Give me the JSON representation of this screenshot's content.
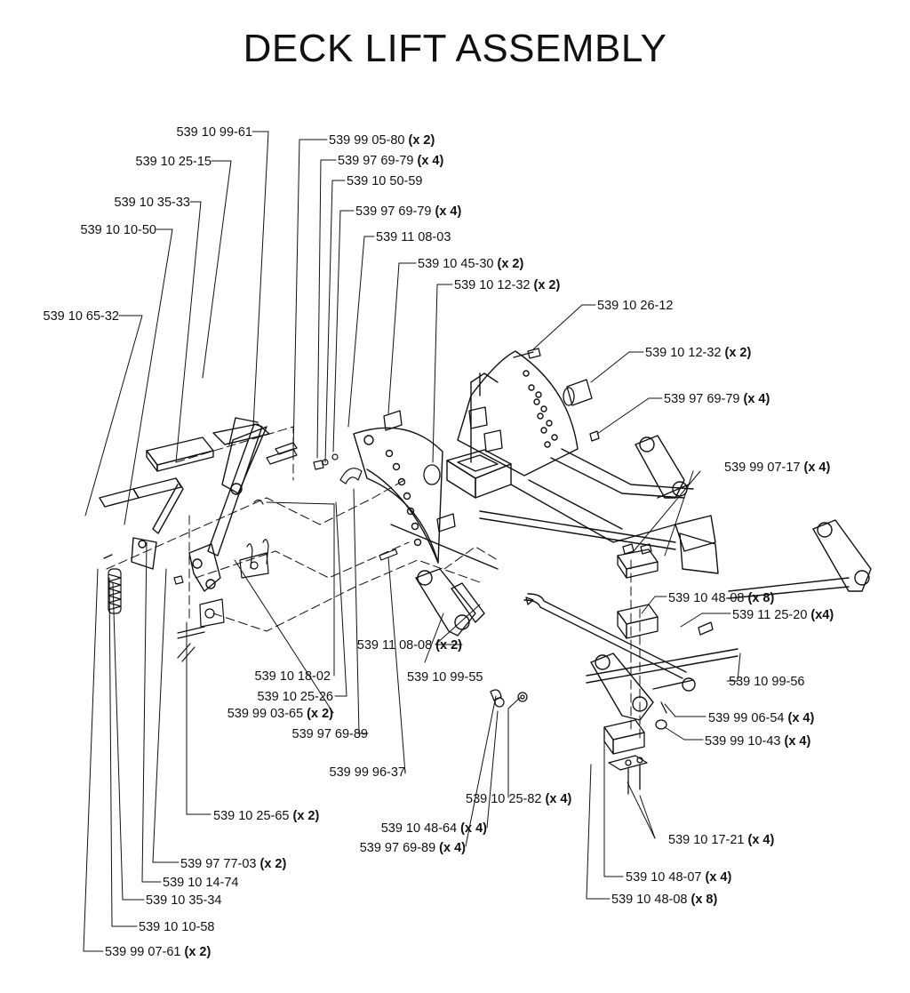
{
  "title": "DECK LIFT ASSEMBLY",
  "parts": [
    {
      "code": "539 10 99-61",
      "qty": ""
    },
    {
      "code": "539 10 25-15",
      "qty": ""
    },
    {
      "code": "539 10 35-33",
      "qty": ""
    },
    {
      "code": "539 10 10-50",
      "qty": ""
    },
    {
      "code": "539 10 65-32",
      "qty": ""
    },
    {
      "code": "539 99 05-80",
      "qty": "(x 2)"
    },
    {
      "code": "539 97 69-79",
      "qty": "(x 4)"
    },
    {
      "code": "539 10 50-59",
      "qty": ""
    },
    {
      "code": "539 97 69-79",
      "qty": "(x 4)"
    },
    {
      "code": "539 11 08-03",
      "qty": ""
    },
    {
      "code": "539 10 45-30",
      "qty": "(x 2)"
    },
    {
      "code": "539 10 12-32",
      "qty": "(x 2)"
    },
    {
      "code": "539 10 26-12",
      "qty": ""
    },
    {
      "code": "539 10 12-32",
      "qty": "(x 2)"
    },
    {
      "code": "539 97 69-79",
      "qty": "(x 4)"
    },
    {
      "code": "539 99 07-17",
      "qty": "(x 4)"
    },
    {
      "code": "539 10 48-08",
      "qty": "(x 8)"
    },
    {
      "code": "539 11 25-20",
      "qty": "(x4)"
    },
    {
      "code": "539 11 08-08",
      "qty": "(x 2)"
    },
    {
      "code": "539 10 99-55",
      "qty": ""
    },
    {
      "code": "539 10 99-56",
      "qty": ""
    },
    {
      "code": "539 99 06-54",
      "qty": "(x 4)"
    },
    {
      "code": "539 99 10-43",
      "qty": "(x 4)"
    },
    {
      "code": "539 10 18-02",
      "qty": ""
    },
    {
      "code": "539 10 25-26",
      "qty": ""
    },
    {
      "code": "539 99 03-65",
      "qty": "(x 2)"
    },
    {
      "code": "539 97 69-89",
      "qty": ""
    },
    {
      "code": "539 99 96-37",
      "qty": ""
    },
    {
      "code": "539 10 25-82",
      "qty": "(x 4)"
    },
    {
      "code": "539 10 48-64",
      "qty": "(x 4)"
    },
    {
      "code": "539 97 69-89",
      "qty": "(x 4)"
    },
    {
      "code": "539 10 25-65",
      "qty": "(x 2)"
    },
    {
      "code": "539 10 17-21",
      "qty": "(x 4)"
    },
    {
      "code": "539 97 77-03",
      "qty": "(x 2)"
    },
    {
      "code": "539 10 14-74",
      "qty": ""
    },
    {
      "code": "539 10 48-07",
      "qty": "(x 4)"
    },
    {
      "code": "539 10 35-34",
      "qty": ""
    },
    {
      "code": "539 10 48-08",
      "qty": "(x 8)"
    },
    {
      "code": "539 10 10-58",
      "qty": ""
    },
    {
      "code": "539 99 07-61",
      "qty": "(x 2)"
    }
  ]
}
